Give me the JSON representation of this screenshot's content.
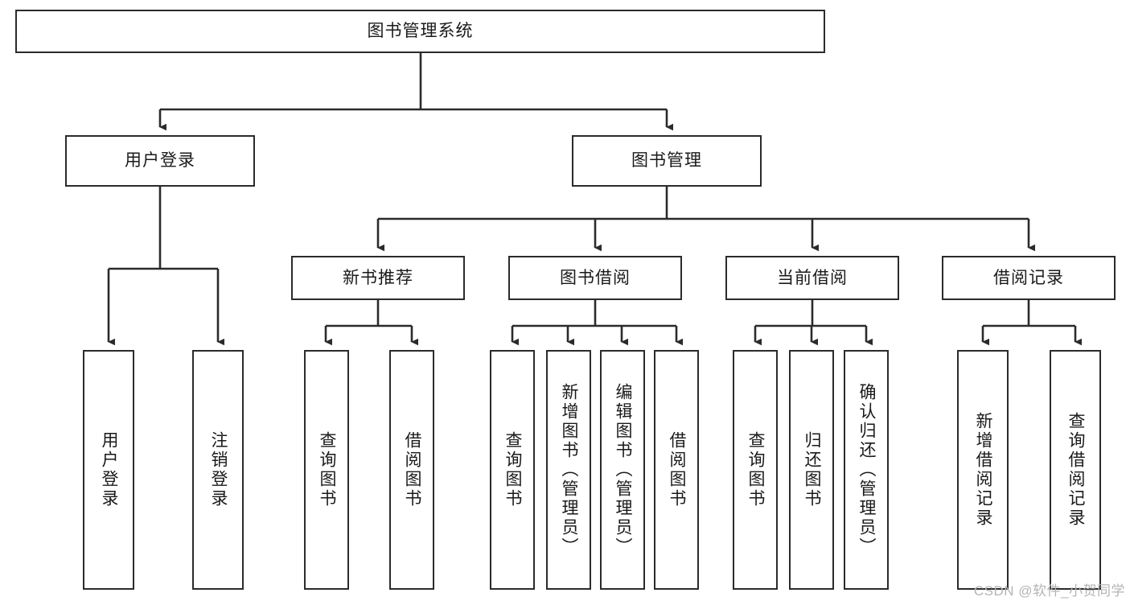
{
  "diagram": {
    "title": "图书管理系统",
    "type": "tree-hierarchy-chart",
    "watermark": "CSDN @软件_小贺同学",
    "colors": {
      "box_border": "#2b2b2b",
      "box_fill": "#ffffff",
      "edge": "#2b2b2b",
      "text": "#1a1a1a",
      "watermark": "#b4b4b4"
    }
  },
  "nodes": {
    "root": {
      "label": "图书管理系统"
    },
    "level2": [
      {
        "label": "用户登录"
      },
      {
        "label": "图书管理"
      }
    ],
    "level3": [
      {
        "label": "新书推荐"
      },
      {
        "label": "图书借阅"
      },
      {
        "label": "当前借阅"
      },
      {
        "label": "借阅记录"
      }
    ],
    "leaves": {
      "user_login": [
        {
          "label": "用户登录"
        },
        {
          "label": "注销登录"
        }
      ],
      "new_book_recommend": [
        {
          "label": "查询图书"
        },
        {
          "label": "借阅图书"
        }
      ],
      "book_borrow": [
        {
          "label": "查询图书"
        },
        {
          "label": "新增图书（管理员）"
        },
        {
          "label": "编辑图书（管理员）"
        },
        {
          "label": "借阅图书"
        }
      ],
      "current_borrow": [
        {
          "label": "查询图书"
        },
        {
          "label": "归还图书"
        },
        {
          "label": "确认归还（管理员）"
        }
      ],
      "borrow_record": [
        {
          "label": "新增借阅记录"
        },
        {
          "label": "查询借阅记录"
        }
      ]
    }
  }
}
